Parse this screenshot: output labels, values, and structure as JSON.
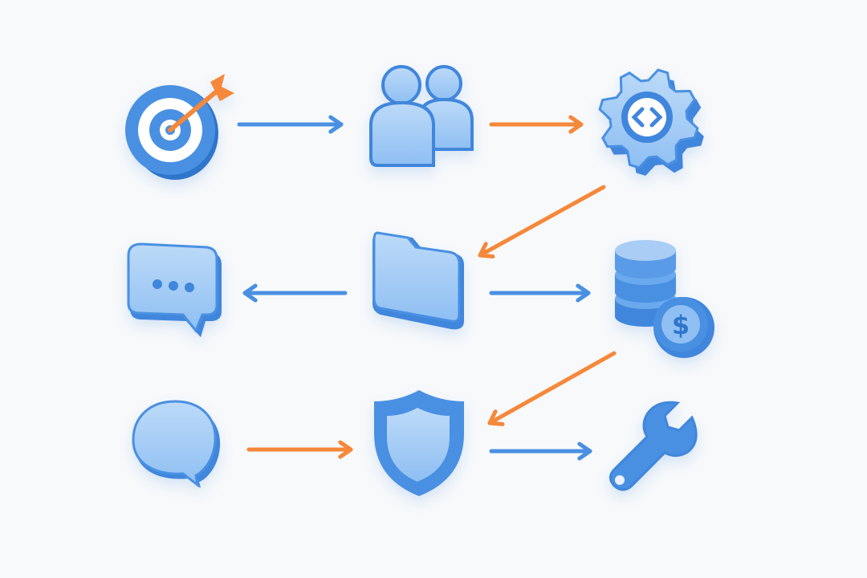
{
  "colors": {
    "background": "#f8f9fb",
    "icon_dark": "#3f86dc",
    "icon_light": "#a9cdf5",
    "icon_mid": "#6aa9ee",
    "arrow_blue": "#4a90e2",
    "arrow_orange": "#f5883a"
  },
  "nodes": [
    {
      "id": "target",
      "icon": "target-icon"
    },
    {
      "id": "users",
      "icon": "users-icon"
    },
    {
      "id": "gear",
      "icon": "gear-code-icon"
    },
    {
      "id": "chat",
      "icon": "chat-dots-icon"
    },
    {
      "id": "folder",
      "icon": "folder-icon"
    },
    {
      "id": "database",
      "icon": "database-coin-icon"
    },
    {
      "id": "speech",
      "icon": "speech-bubble-icon"
    },
    {
      "id": "shield",
      "icon": "shield-icon"
    },
    {
      "id": "wrench",
      "icon": "wrench-icon"
    }
  ],
  "edges": [
    {
      "from": "target",
      "to": "users",
      "color": "blue"
    },
    {
      "from": "users",
      "to": "gear",
      "color": "orange"
    },
    {
      "from": "gear",
      "to": "folder",
      "color": "orange"
    },
    {
      "from": "folder",
      "to": "chat",
      "color": "blue"
    },
    {
      "from": "folder",
      "to": "database",
      "color": "blue"
    },
    {
      "from": "database",
      "to": "shield",
      "color": "orange"
    },
    {
      "from": "speech",
      "to": "shield",
      "color": "orange"
    },
    {
      "from": "shield",
      "to": "wrench",
      "color": "blue"
    }
  ]
}
